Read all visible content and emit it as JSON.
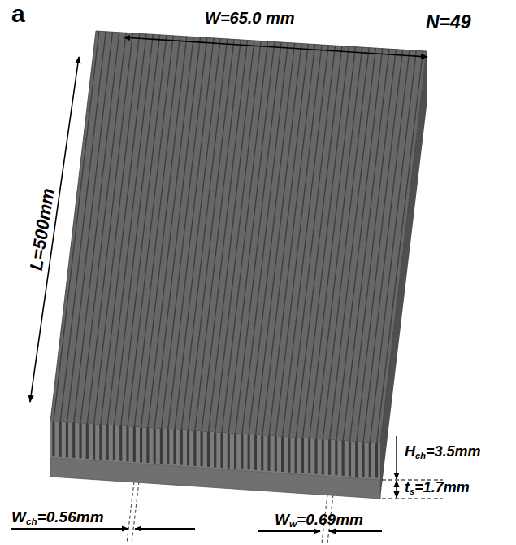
{
  "diagram": {
    "labels": [
      "a",
      "N=49",
      "W=65.0 mm",
      "L=500mm",
      "H",
      "ch",
      "=3.5mm",
      "t",
      "s",
      "=1.7mm",
      "W",
      "ch",
      "=0.56mm",
      "W",
      "w",
      "=0.69mm"
    ]
  }
}
